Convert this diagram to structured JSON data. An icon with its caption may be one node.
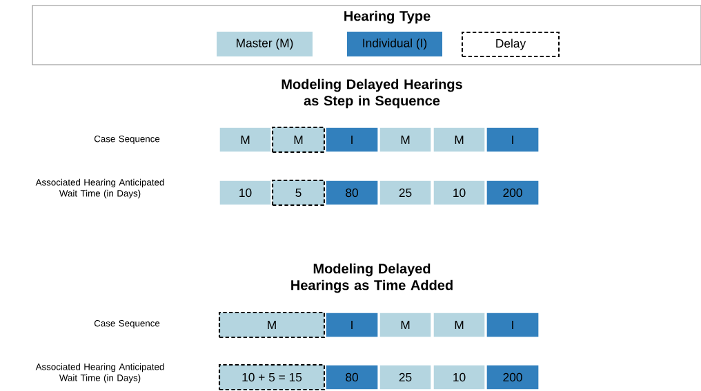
{
  "diagram": {
    "nodes": [
      {
        "text": [
          "M"
        ]
      },
      {
        "text": [
          "M"
        ]
      },
      {
        "text": [
          "I"
        ]
      },
      {
        "text": [
          "M"
        ]
      },
      {
        "text": [
          "M"
        ]
      },
      {
        "text": [
          "I"
        ]
      },
      {
        "text": [
          "10"
        ]
      },
      {
        "text": [
          "5"
        ]
      },
      {
        "text": [
          "80"
        ]
      },
      {
        "text": [
          "25"
        ]
      },
      {
        "text": [
          "10"
        ]
      },
      {
        "text": [
          "200"
        ]
      },
      {
        "text": [
          "M"
        ]
      },
      {
        "text": [
          "I"
        ]
      },
      {
        "text": [
          "M"
        ]
      },
      {
        "text": [
          "M"
        ]
      },
      {
        "text": [
          "I"
        ]
      },
      {
        "text": [
          "10 + 5 = 15"
        ]
      },
      {
        "text": [
          "80"
        ]
      },
      {
        "text": [
          "25"
        ]
      },
      {
        "text": [
          "10"
        ]
      },
      {
        "text": [
          "200"
        ]
      }
    ],
    "labels": [
      "Hearing Type",
      "Modeling Delayed Hearings as Step in Sequence",
      "Case Sequence",
      "Associated Hearing Anticipated Wait Time (in Days)",
      "Modeling Delayed Hearings as Time Added",
      "Case Sequence",
      "Associated Hearing Anticipated Wait Time (in Days)"
    ],
    "legend": [
      {
        "text": "Master (M)",
        "color": "#b4d5e0"
      },
      {
        "text": "Individual (I)",
        "color": "#3280bd"
      },
      {
        "text": "Delay"
      }
    ]
  }
}
